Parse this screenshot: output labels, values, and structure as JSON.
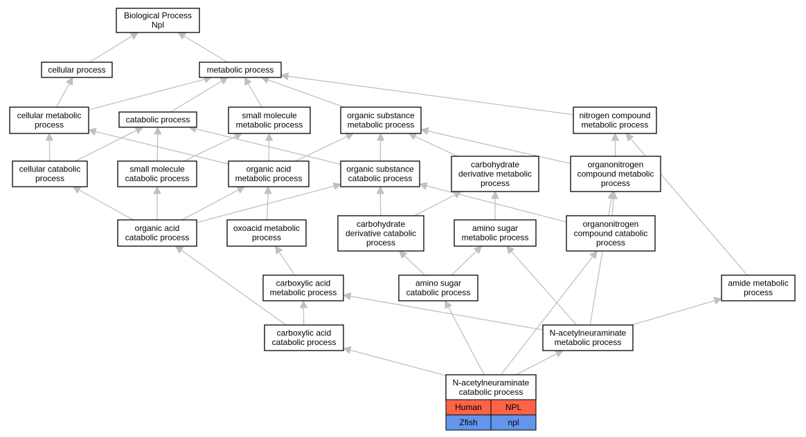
{
  "diagram": {
    "nodes": [
      {
        "id": "bp",
        "lines": [
          "Biological Process",
          "Npl"
        ]
      },
      {
        "id": "cellular_process",
        "lines": [
          "cellular process"
        ]
      },
      {
        "id": "metabolic_process",
        "lines": [
          "metabolic process"
        ]
      },
      {
        "id": "cellular_metabolic",
        "lines": [
          "cellular metabolic",
          "process"
        ]
      },
      {
        "id": "catabolic",
        "lines": [
          "catabolic process"
        ]
      },
      {
        "id": "small_mol_metabolic",
        "lines": [
          "small molecule",
          "metabolic process"
        ]
      },
      {
        "id": "org_subst_metabolic",
        "lines": [
          "organic substance",
          "metabolic process"
        ]
      },
      {
        "id": "nitrogen_compound",
        "lines": [
          "nitrogen compound",
          "metabolic process"
        ]
      },
      {
        "id": "cellular_catabolic",
        "lines": [
          "cellular catabolic",
          "process"
        ]
      },
      {
        "id": "small_mol_catabolic",
        "lines": [
          "small molecule",
          "catabolic process"
        ]
      },
      {
        "id": "org_acid_metabolic",
        "lines": [
          "organic acid",
          "metabolic process"
        ]
      },
      {
        "id": "org_subst_catabolic",
        "lines": [
          "organic substance",
          "catabolic process"
        ]
      },
      {
        "id": "carb_deriv_metabolic",
        "lines": [
          "carbohydrate",
          "derivative metabolic",
          "process"
        ]
      },
      {
        "id": "organonitrogen_metabolic",
        "lines": [
          "organonitrogen",
          "compound metabolic",
          "process"
        ]
      },
      {
        "id": "org_acid_catabolic",
        "lines": [
          "organic acid",
          "catabolic process"
        ]
      },
      {
        "id": "oxoacid_metabolic",
        "lines": [
          "oxoacid metabolic",
          "process"
        ]
      },
      {
        "id": "carb_deriv_catabolic",
        "lines": [
          "carbohydrate",
          "derivative catabolic",
          "process"
        ]
      },
      {
        "id": "amino_sugar_metabolic",
        "lines": [
          "amino sugar",
          "metabolic process"
        ]
      },
      {
        "id": "organonitrogen_catabolic",
        "lines": [
          "organonitrogen",
          "compound catabolic",
          "process"
        ]
      },
      {
        "id": "carboxylic_metabolic",
        "lines": [
          "carboxylic acid",
          "metabolic process"
        ]
      },
      {
        "id": "amino_sugar_catabolic",
        "lines": [
          "amino sugar",
          "catabolic process"
        ]
      },
      {
        "id": "amide_metabolic",
        "lines": [
          "amide metabolic",
          "process"
        ]
      },
      {
        "id": "carboxylic_catabolic",
        "lines": [
          "carboxylic acid",
          "catabolic process"
        ]
      },
      {
        "id": "neu_metabolic",
        "lines": [
          "N-acetylneuraminate",
          "metabolic process"
        ]
      },
      {
        "id": "neu_catabolic",
        "lines": [
          "N-acetylneuraminate",
          "catabolic process"
        ]
      }
    ],
    "edges": [
      {
        "from": "cellular_process",
        "to": "bp"
      },
      {
        "from": "metabolic_process",
        "to": "bp"
      },
      {
        "from": "cellular_metabolic",
        "to": "cellular_process"
      },
      {
        "from": "cellular_metabolic",
        "to": "metabolic_process"
      },
      {
        "from": "catabolic",
        "to": "metabolic_process"
      },
      {
        "from": "small_mol_metabolic",
        "to": "metabolic_process"
      },
      {
        "from": "org_subst_metabolic",
        "to": "metabolic_process"
      },
      {
        "from": "nitrogen_compound",
        "to": "metabolic_process"
      },
      {
        "from": "cellular_catabolic",
        "to": "cellular_metabolic"
      },
      {
        "from": "cellular_catabolic",
        "to": "catabolic"
      },
      {
        "from": "small_mol_catabolic",
        "to": "catabolic"
      },
      {
        "from": "small_mol_catabolic",
        "to": "small_mol_metabolic"
      },
      {
        "from": "org_acid_metabolic",
        "to": "small_mol_metabolic"
      },
      {
        "from": "org_acid_metabolic",
        "to": "org_subst_metabolic"
      },
      {
        "from": "org_acid_metabolic",
        "to": "cellular_metabolic"
      },
      {
        "from": "org_subst_catabolic",
        "to": "catabolic"
      },
      {
        "from": "org_subst_catabolic",
        "to": "org_subst_metabolic"
      },
      {
        "from": "carb_deriv_metabolic",
        "to": "org_subst_metabolic"
      },
      {
        "from": "organonitrogen_metabolic",
        "to": "org_subst_metabolic"
      },
      {
        "from": "organonitrogen_metabolic",
        "to": "nitrogen_compound"
      },
      {
        "from": "org_acid_catabolic",
        "to": "cellular_catabolic"
      },
      {
        "from": "org_acid_catabolic",
        "to": "small_mol_catabolic"
      },
      {
        "from": "org_acid_catabolic",
        "to": "org_acid_metabolic"
      },
      {
        "from": "org_acid_catabolic",
        "to": "org_subst_catabolic"
      },
      {
        "from": "oxoacid_metabolic",
        "to": "org_acid_metabolic"
      },
      {
        "from": "carb_deriv_catabolic",
        "to": "org_subst_catabolic"
      },
      {
        "from": "carb_deriv_catabolic",
        "to": "carb_deriv_metabolic"
      },
      {
        "from": "amino_sugar_metabolic",
        "to": "carb_deriv_metabolic"
      },
      {
        "from": "organonitrogen_catabolic",
        "to": "organonitrogen_metabolic"
      },
      {
        "from": "organonitrogen_catabolic",
        "to": "org_subst_catabolic"
      },
      {
        "from": "carboxylic_metabolic",
        "to": "oxoacid_metabolic"
      },
      {
        "from": "amino_sugar_catabolic",
        "to": "carb_deriv_catabolic"
      },
      {
        "from": "amino_sugar_catabolic",
        "to": "amino_sugar_metabolic"
      },
      {
        "from": "carboxylic_catabolic",
        "to": "org_acid_catabolic"
      },
      {
        "from": "carboxylic_catabolic",
        "to": "carboxylic_metabolic"
      },
      {
        "from": "neu_metabolic",
        "to": "carboxylic_metabolic"
      },
      {
        "from": "neu_metabolic",
        "to": "amino_sugar_metabolic"
      },
      {
        "from": "neu_metabolic",
        "to": "amide_metabolic"
      },
      {
        "from": "neu_metabolic",
        "to": "organonitrogen_metabolic"
      },
      {
        "from": "amide_metabolic",
        "to": "nitrogen_compound"
      },
      {
        "from": "neu_catabolic",
        "to": "carboxylic_catabolic"
      },
      {
        "from": "neu_catabolic",
        "to": "neu_metabolic"
      },
      {
        "from": "neu_catabolic",
        "to": "amino_sugar_catabolic"
      },
      {
        "from": "neu_catabolic",
        "to": "organonitrogen_catabolic"
      }
    ],
    "legend": {
      "rows": [
        {
          "species": "Human",
          "gene": "NPL",
          "color": "#ff6347"
        },
        {
          "species": "Zfish",
          "gene": "npl",
          "color": "#6495ed"
        }
      ]
    },
    "colors": {
      "edge": "#c0c0c0",
      "node_border": "#000000",
      "node_fill": "#ffffff"
    }
  }
}
